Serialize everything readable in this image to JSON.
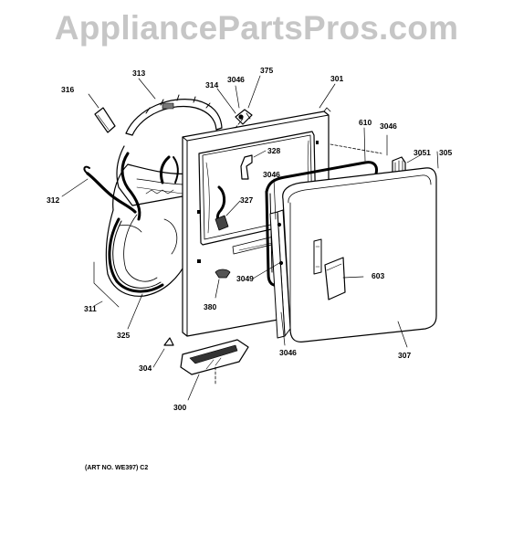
{
  "watermark": "AppliancePartsPros.com",
  "art_number": "(ART NO. WE397) C2",
  "labels": {
    "l316": "316",
    "l313": "313",
    "l314": "314",
    "l3046a": "3046",
    "l375": "375",
    "l301": "301",
    "l610": "610",
    "l3046b": "3046",
    "l3051": "3051",
    "l305": "305",
    "l328": "328",
    "l3046c": "3046",
    "l327": "327",
    "l312": "312",
    "l311": "311",
    "l325": "325",
    "l3049": "3049",
    "l380": "380",
    "l603": "603",
    "l304": "304",
    "l3046d": "3046",
    "l307": "307",
    "l300": "300"
  }
}
